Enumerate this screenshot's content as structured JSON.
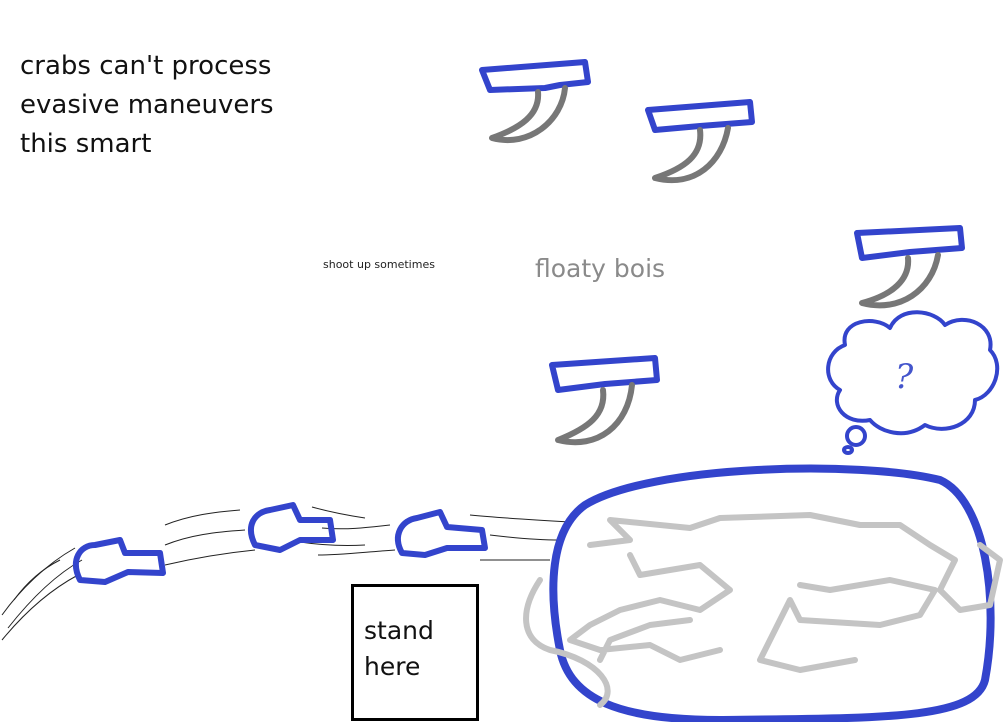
{
  "caption": "crabs can't process\nevasive maneuvers\nthis smart",
  "label_shoot": "shoot up sometimes",
  "label_floaty": "floaty bois",
  "thought": "?",
  "stand_label": "stand\nhere",
  "colors": {
    "outline_blue": "#3344cc",
    "claw_gray": "#7a7a7a",
    "crab_gray": "#c4c4c4",
    "speed_line": "#222222",
    "text": "#111111",
    "label_gray": "#8a8a8a"
  },
  "icons": {
    "floaty_enemy": "floating-hook-enemy-icon",
    "crab": "crab-blob-icon",
    "fish": "swimming-fish-icon"
  }
}
